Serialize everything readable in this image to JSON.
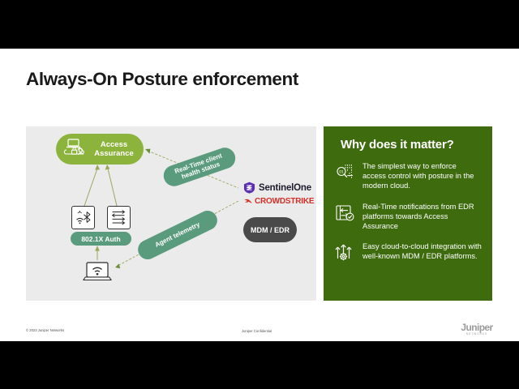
{
  "slide": {
    "title": "Always-On Posture enforcement"
  },
  "diagram": {
    "access_assurance": {
      "label_line1": "Access",
      "label_line2": "Assurance",
      "icon": "cloud-lock-user-icon",
      "color": "#8CB33C"
    },
    "flow_labels": [
      {
        "text": "Real-Time client health status",
        "color": "#5A9B7D"
      },
      {
        "text": "Agent telemetry",
        "color": "#5A9B7D"
      }
    ],
    "auth_pill": {
      "label": "802.1X Auth",
      "color": "#5A9B7D"
    },
    "mdm_edr_pill": {
      "label": "MDM / EDR",
      "color": "#4A4A4A"
    },
    "devices": [
      {
        "name": "access-point",
        "icon": "wifi-bluetooth-icon"
      },
      {
        "name": "switch",
        "icon": "switch-arrows-icon"
      },
      {
        "name": "client-laptop",
        "icon": "laptop-wifi-icon"
      }
    ],
    "vendors": [
      {
        "name": "SentinelOne",
        "color": "#1C1C2E",
        "mark": "sentinelone-logo-icon"
      },
      {
        "name": "CROWDSTRIKE",
        "color": "#D42E27",
        "mark": "crowdstrike-falcon-icon"
      }
    ],
    "panel_bg": "#EBEBEB"
  },
  "why_panel": {
    "title": "Why does it matter?",
    "bg_color": "#3E6B0E",
    "items": [
      {
        "icon": "magnifier-data-icon",
        "text": "The simplest way to enforce access control with posture in the modern cloud."
      },
      {
        "icon": "notification-check-icon",
        "text": "Real-Time notifications from EDR platforms towards Access Assurance"
      },
      {
        "icon": "arrows-gear-integration-icon",
        "text": "Easy cloud-to-cloud integration with well-known MDM / EDR platforms."
      }
    ]
  },
  "footer": {
    "copyright": "© 2023 Juniper Networks",
    "confidential": "Juniper Confidential",
    "logo_word": "Juniper",
    "logo_sub": "NETWORKS"
  }
}
